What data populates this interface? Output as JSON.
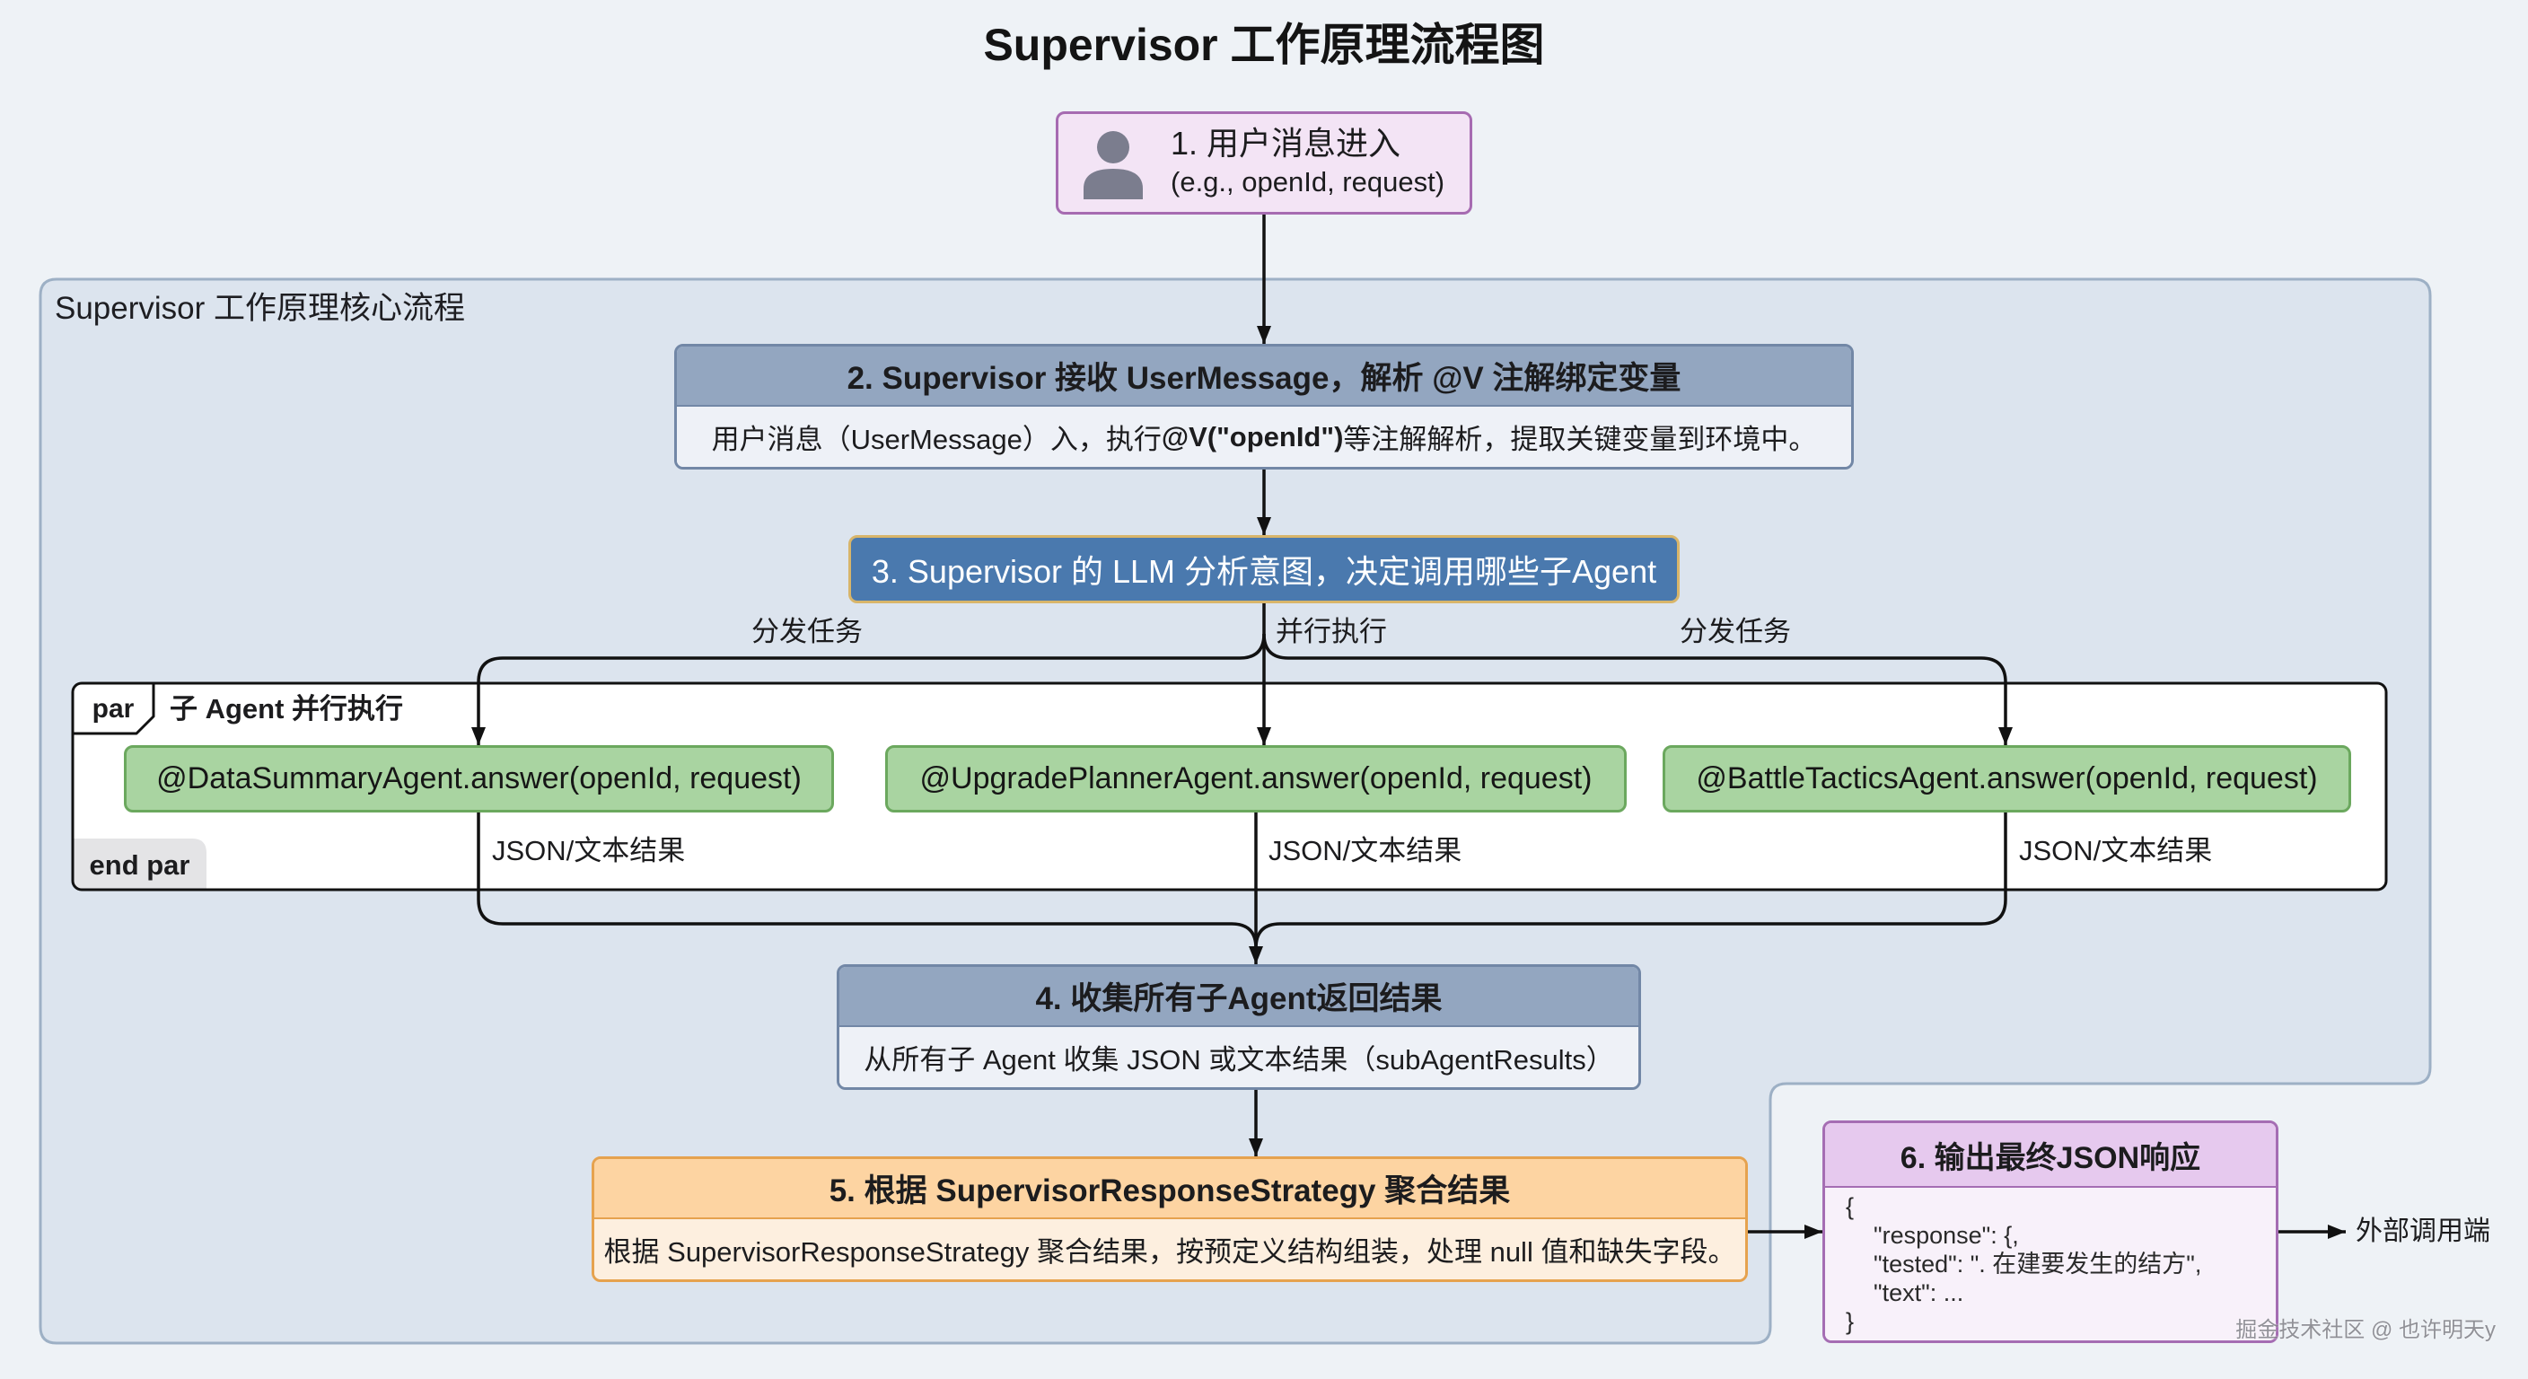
{
  "title": "Supervisor 工作原理流程图",
  "colors": {
    "page_bg": "#eef2f6",
    "group_bg": "#dce4ee",
    "group_border": "#9db0c5",
    "step_header_bg": "#93a6c0",
    "step_body_bg": "#eef1f7",
    "step_border": "#7287a6",
    "decision_bg": "#4a79ae",
    "decision_border": "#d8b56a",
    "agent_bg": "#a9d4a1",
    "agent_border": "#6ba85e",
    "aggregate_header_bg": "#fdd4a2",
    "aggregate_body_bg": "#fdefdf",
    "aggregate_border": "#e6a24e",
    "output_header_bg": "#e6c9ee",
    "output_body_bg": "#f8f1fa",
    "output_border": "#a56db3",
    "input_bg": "#f3e4f5",
    "input_border": "#a66bb1",
    "end_par_bg": "#e4e4e6",
    "line": "#111111"
  },
  "input": {
    "icon": "user-icon",
    "title": "1. 用户消息进入",
    "subtitle": "(e.g., openId, request)"
  },
  "core_group": {
    "label": "Supervisor 工作原理核心流程"
  },
  "parse_step": {
    "title": "2. Supervisor 接收 UserMessage，解析 @V 注解绑定变量",
    "body_before": "用户消息（UserMessage）入，执行 ",
    "body_bold": "@V(\"openId\")",
    "body_after": " 等注解解析，提取关键变量到环境中。"
  },
  "decide_step": {
    "title": "3. Supervisor 的 LLM 分析意图，决定调用哪些子Agent"
  },
  "fan_out": {
    "left_label": "分发任务",
    "center_label": "并行执行",
    "right_label": "分发任务"
  },
  "par_block": {
    "tag": "par",
    "label": "子 Agent 并行执行",
    "end_tag": "end par"
  },
  "agents": [
    {
      "call": "@DataSummaryAgent.answer(openId, request)",
      "result_label": "JSON/文本结果"
    },
    {
      "call": "@UpgradePlannerAgent.answer(openId, request)",
      "result_label": "JSON/文本结果"
    },
    {
      "call": "@BattleTacticsAgent.answer(openId, request)",
      "result_label": "JSON/文本结果"
    }
  ],
  "collect_step": {
    "title": "4. 收集所有子Agent返回结果",
    "body": "从所有子 Agent 收集 JSON 或文本结果（subAgentResults）"
  },
  "aggregate_step": {
    "title": "5. 根据 SupervisorResponseStrategy 聚合结果",
    "body": "根据 SupervisorResponseStrategy 聚合结果，按预定义结构组装，处理 null 值和缺失字段。"
  },
  "output_step": {
    "title": "6. 输出最终JSON响应",
    "code_lines": [
      "{",
      "\"response\": {,",
      "\"tested\": \". 在建要发生的结方\",",
      "\"text\": ...",
      "}"
    ]
  },
  "external": {
    "label": "外部调用端"
  },
  "watermark": "掘金技术社区 @ 也许明天y"
}
